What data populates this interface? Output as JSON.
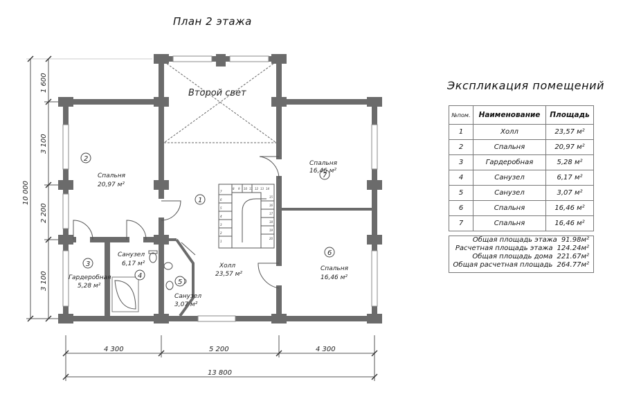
{
  "title": "План 2 этажа",
  "rooms": {
    "second_light": "Второй свет",
    "r2_name": "Спальня",
    "r2_area": "20,97 м²",
    "r2_num": "2",
    "r1_name": "Холл",
    "r1_area": "23,57 м²",
    "r1_num": "1",
    "r7_name": "Спальня",
    "r7_area": "16,46 м²",
    "r7_num": "7",
    "r6_name": "Спальня",
    "r6_area": "16,46 м²",
    "r6_num": "6",
    "r3_name": "Гардеробная",
    "r3_area": "5,28 м²",
    "r3_num": "3",
    "r4_name": "Санузел",
    "r4_area": "6,17 м²",
    "r4_num": "4",
    "r5_name": "Санузел",
    "r5_area": "3,07 м²",
    "r5_num": "5"
  },
  "dimensions": {
    "bottom": [
      "4 300",
      "5 200",
      "4 300"
    ],
    "total": "13 800",
    "left": [
      "1 600",
      "3 100",
      "2 200",
      "3 100"
    ],
    "left_total": "10 000"
  },
  "stair_steps": [
    "1",
    "2",
    "3",
    "4",
    "5",
    "6",
    "7",
    "8",
    "9",
    "10",
    "11",
    "12",
    "13",
    "14",
    "15",
    "16",
    "17",
    "18",
    "19",
    "20"
  ],
  "explication": {
    "title": "Экспликация помещений",
    "headers": [
      "№пом.",
      "Наименование",
      "Площадь"
    ],
    "rows": [
      {
        "num": "1",
        "name": "Холл",
        "area": "23,57 м²"
      },
      {
        "num": "2",
        "name": "Спальня",
        "area": "20,97 м²"
      },
      {
        "num": "3",
        "name": "Гардеробная",
        "area": "5,28 м²"
      },
      {
        "num": "4",
        "name": "Санузел",
        "area": "6,17 м²"
      },
      {
        "num": "5",
        "name": "Санузел",
        "area": "3,07 м²"
      },
      {
        "num": "6",
        "name": "Спальня",
        "area": "16,46 м²"
      },
      {
        "num": "7",
        "name": "Спальня",
        "area": "16,46 м²"
      }
    ],
    "summary": [
      {
        "label": "Общая площадь этажа",
        "value": "91.98м²"
      },
      {
        "label": "Расчетная площадь этажа",
        "value": "124.24м²"
      },
      {
        "label": "Общая площадь дома",
        "value": "221.67м²"
      },
      {
        "label": "Общая расчетная площадь",
        "value": "264.77м²"
      }
    ]
  }
}
